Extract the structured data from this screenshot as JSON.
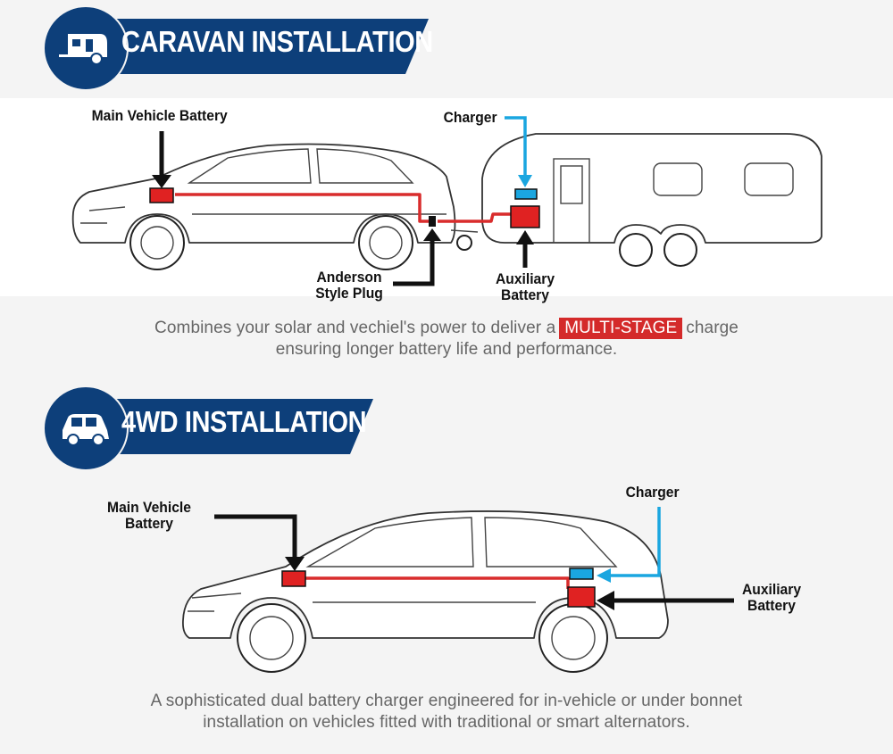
{
  "caravan": {
    "title": "CARAVAN INSTALLATION",
    "icon": "caravan-icon",
    "labels": {
      "main_battery": "Main Vehicle Battery",
      "charger": "Charger",
      "anderson_line1": "Anderson",
      "anderson_line2": "Style Plug",
      "aux_line1": "Auxiliary",
      "aux_line2": "Battery"
    },
    "caption_before": "Combines your solar and vechiel's power to deliver a",
    "caption_highlight": "MULTI-STAGE",
    "caption_after": "charge",
    "caption_line2": "ensuring longer battery life and performance."
  },
  "fwd": {
    "title": "4WD INSTALLATION",
    "icon": "suv-icon",
    "labels": {
      "main_line1": "Main Vehicle",
      "main_line2": "Battery",
      "charger": "Charger",
      "aux_line1": "Auxiliary",
      "aux_line2": "Battery"
    },
    "caption_line1": "A sophisticated dual battery charger engineered for in-vehicle or under bonnet",
    "caption_line2": "installation on vehicles fitted with traditional or smart alternators."
  },
  "colors": {
    "banner": "#0d3f7a",
    "wire": "#d92c2c",
    "battery": "#e02222",
    "charger": "#1aa6e0",
    "highlight": "#d42a2a"
  }
}
